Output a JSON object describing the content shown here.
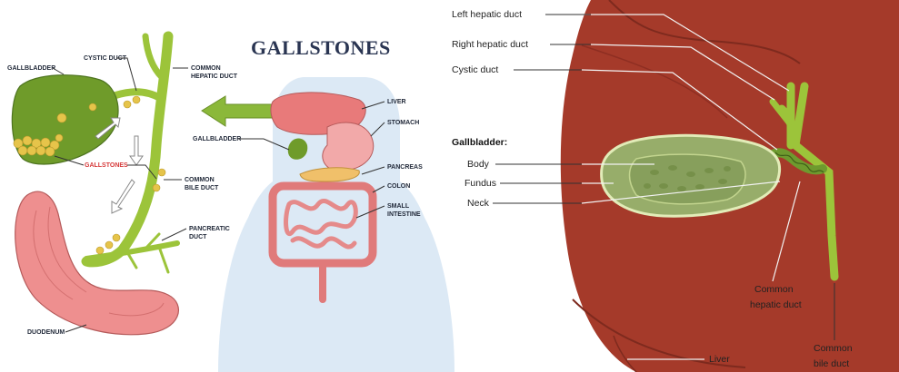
{
  "left_panel": {
    "title": "GALLSTONES",
    "labels": {
      "cystic_duct": "CYSTIC DUCT",
      "gallbladder": "GALLBLADDER",
      "common_hepatic_duct_1": "COMMON",
      "common_hepatic_duct_2": "HEPATIC DUCT",
      "gallstones": "GALLSTONES",
      "common_bile_duct_1": "COMMON",
      "common_bile_duct_2": "BILE DUCT",
      "pancreatic_duct_1": "PANCREATIC",
      "pancreatic_duct_2": "DUCT",
      "duodenum": "DUODENUM",
      "gallbladder_body": "GALLBLADDER",
      "liver": "LIVER",
      "stomach": "STOMACH",
      "pancreas": "PANCREAS",
      "colon": "COLON",
      "small_intestine_1": "SMALL",
      "small_intestine_2": "INTESTINE"
    }
  },
  "right_panel": {
    "labels": {
      "left_hepatic_duct": "Left hepatic duct",
      "right_hepatic_duct": "Right hepatic duct",
      "cystic_duct": "Cystic duct",
      "gallbladder_heading": "Gallbladder:",
      "body": "Body",
      "fundus": "Fundus",
      "neck": "Neck",
      "common_hepatic_duct_1": "Common",
      "common_hepatic_duct_2": "hepatic duct",
      "common_bile_duct_1": "Common",
      "common_bile_duct_2": "bile duct",
      "liver": "Liver"
    }
  },
  "colors": {
    "duct_green": "#9cc43a",
    "gallbladder_green": "#6f9b2a",
    "stone_yellow": "#e6c44a",
    "duodenum_pink": "#ee8f8f",
    "body_blue": "#dce9f5",
    "liver_red": "#a53a2a",
    "title_navy": "#2a3552",
    "accent_red": "#d63a3a"
  }
}
